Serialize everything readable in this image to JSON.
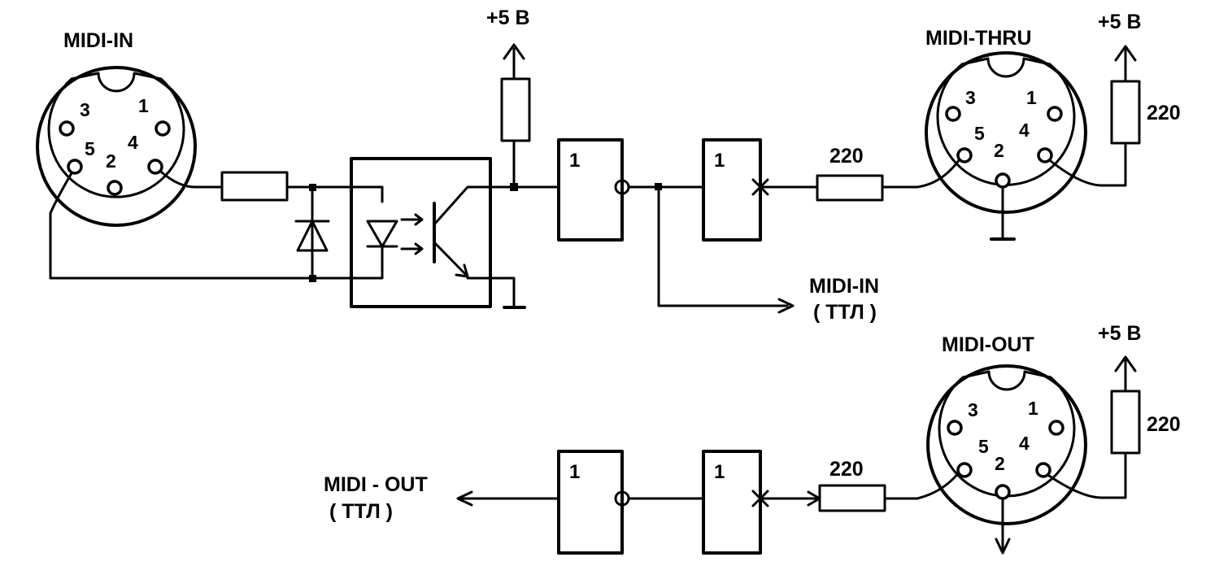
{
  "connectors": {
    "midi_in": {
      "title": "MIDI-IN",
      "pins": [
        "1",
        "2",
        "3",
        "4",
        "5"
      ]
    },
    "midi_thru": {
      "title": "MIDI-THRU",
      "pins": [
        "1",
        "2",
        "3",
        "4",
        "5"
      ]
    },
    "midi_out": {
      "title": "MIDI-OUT",
      "pins": [
        "1",
        "2",
        "3",
        "4",
        "5"
      ]
    }
  },
  "supply_label": "+5 В",
  "resistor_value": "220",
  "gate_label": "1",
  "ttl_in": {
    "line1": "MIDI-IN",
    "line2": "( ТТЛ )"
  },
  "ttl_out": {
    "line1": "MIDI - OUT",
    "line2": "( ТТЛ )"
  }
}
